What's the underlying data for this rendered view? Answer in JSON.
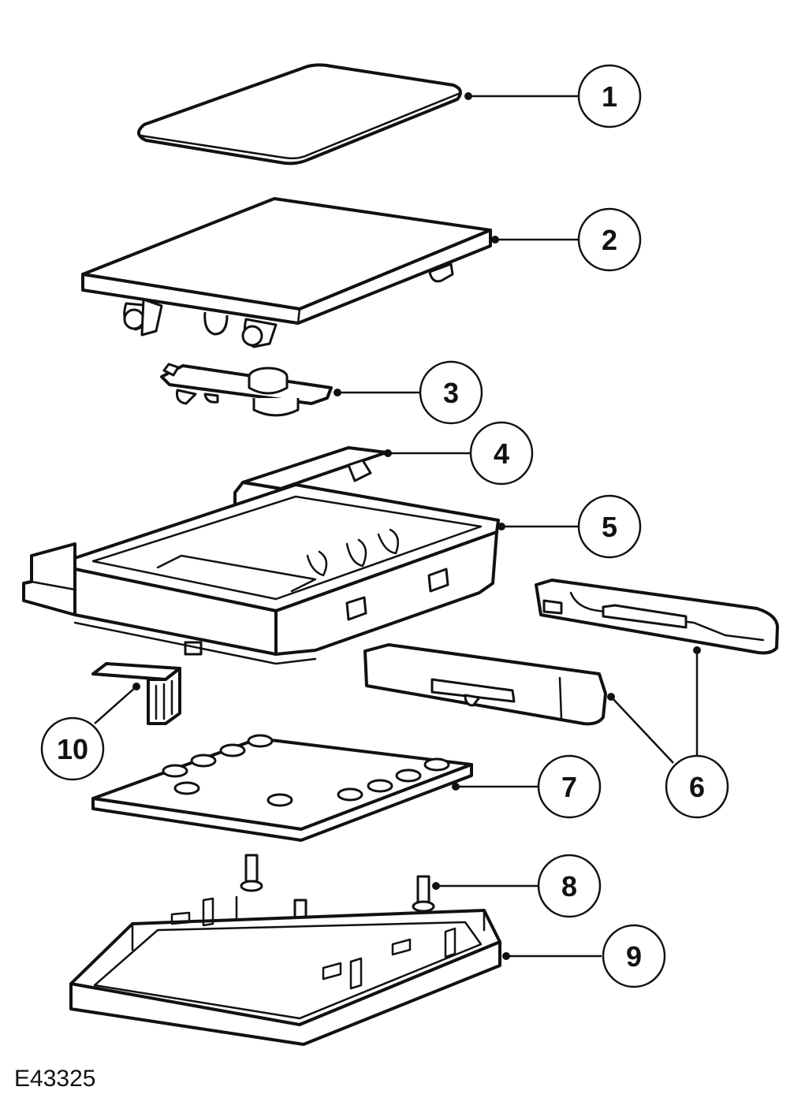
{
  "figure_id": "E43325",
  "callouts": [
    {
      "label": "1"
    },
    {
      "label": "2"
    },
    {
      "label": "3"
    },
    {
      "label": "4"
    },
    {
      "label": "5"
    },
    {
      "label": "6"
    },
    {
      "label": "7"
    },
    {
      "label": "8"
    },
    {
      "label": "9"
    },
    {
      "label": "10"
    }
  ]
}
